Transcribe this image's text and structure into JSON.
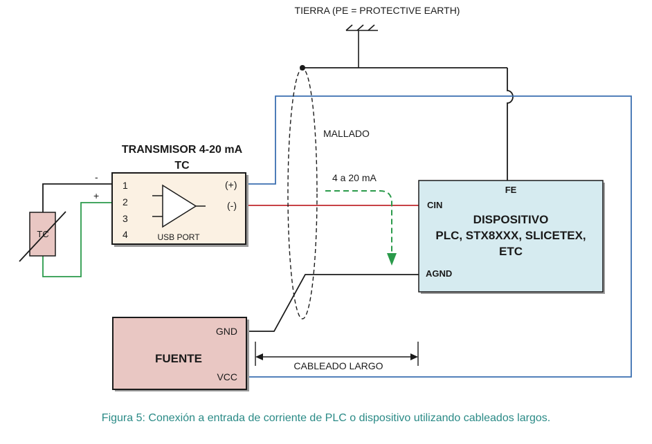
{
  "earth": {
    "label": "TIERRA (PE = PROTECTIVE EARTH)"
  },
  "shield": {
    "label": "MALLADO"
  },
  "current": {
    "label": "4 a 20 mA"
  },
  "transmitter": {
    "title_line1": "TRANSMISOR 4-20 mA",
    "title_line2": "TC",
    "pins": [
      "1",
      "2",
      "3",
      "4"
    ],
    "out_plus": "(+)",
    "out_minus": "(-)",
    "port": "USB PORT"
  },
  "thermocouple": {
    "label": "TC",
    "minus": "-",
    "plus": "+"
  },
  "device": {
    "fe": "FE",
    "cin": "CIN",
    "agnd": "AGND",
    "line1": "DISPOSITIVO",
    "line2": "PLC, STX8XXX, SLICETEX,",
    "line3": "ETC"
  },
  "power_supply": {
    "label": "FUENTE",
    "gnd": "GND",
    "vcc": "VCC"
  },
  "cable": {
    "label": "CABLEADO LARGO"
  },
  "caption": "Figura 5: Conexión a entrada de corriente de PLC o dispositivo utilizando cableados largos.",
  "colors": {
    "black_wire": "#1a1a1a",
    "blue_wire": "#3a6fb0",
    "red_wire": "#c0262b",
    "green_wire": "#2a9a4a",
    "transmitter_fill": "#fbf1e3",
    "device_fill": "#d6ebf0",
    "supply_fill": "#e9c7c3",
    "caption": "#2a8a86"
  }
}
